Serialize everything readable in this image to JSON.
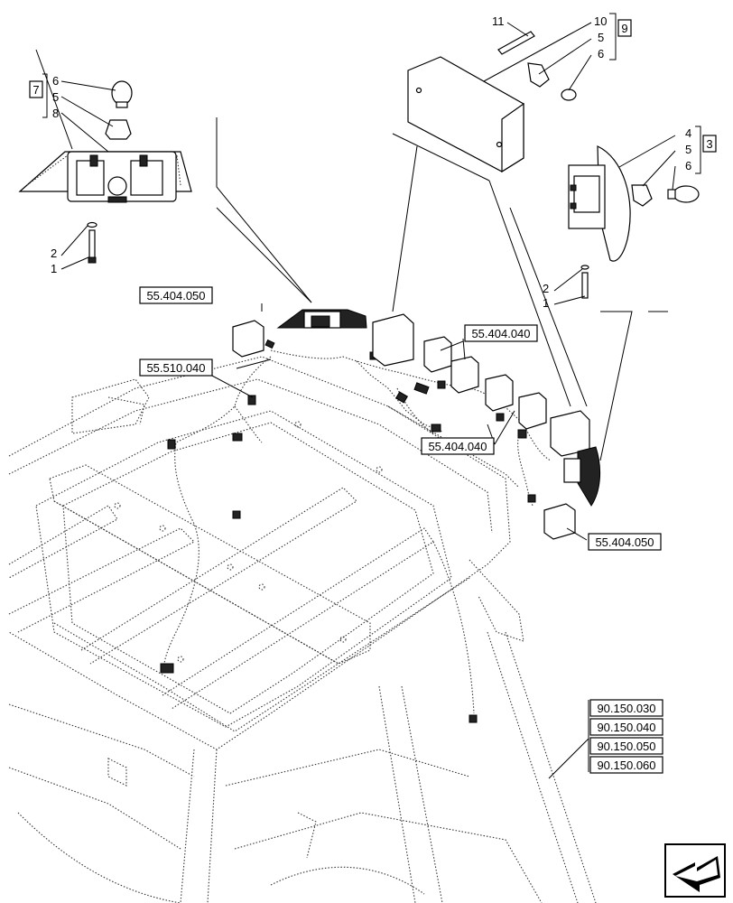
{
  "groups": {
    "g7": {
      "label": "7",
      "items": [
        "6",
        "5",
        "8"
      ]
    },
    "g9": {
      "label": "9",
      "items": [
        "10",
        "5",
        "6"
      ]
    },
    "g3": {
      "label": "3",
      "items": [
        "4",
        "5",
        "6"
      ]
    }
  },
  "callouts": {
    "top_11": "11",
    "left_2": "2",
    "left_1": "1",
    "right_2": "2",
    "right_1": "1"
  },
  "refs": {
    "r1": "55.404.050",
    "r2": "55.510.040",
    "r3": "55.404.040",
    "r4": "55.404.040",
    "r5": "55.404.050",
    "r6": "90.150.030",
    "r7": "90.150.040",
    "r8": "90.150.050",
    "r9": "90.150.060"
  },
  "nav": {
    "icon": "next-page-arrow-icon"
  }
}
